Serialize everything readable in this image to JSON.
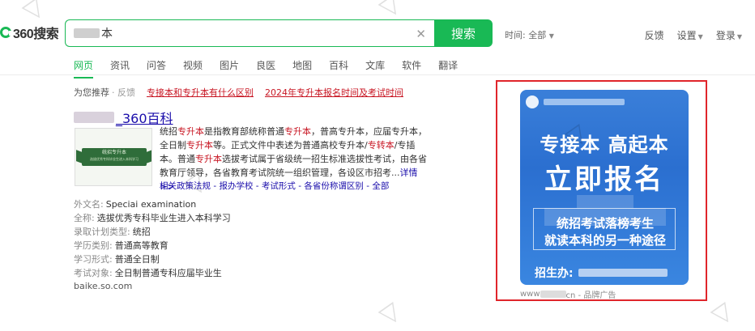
{
  "header": {
    "logo_text": "360搜索",
    "search_value": "本",
    "search_button": "搜索",
    "time_filter": "时间: 全部",
    "links": [
      "反馈",
      "设置",
      "登录"
    ]
  },
  "nav": [
    "网页",
    "资讯",
    "问答",
    "视频",
    "图片",
    "良医",
    "地图",
    "百科",
    "文库",
    "软件",
    "翻译"
  ],
  "recommend": {
    "label": "为您推荐",
    "feedback": "· 反馈",
    "links": [
      "专接本和专升本有什么区别",
      "2024年专升本报名时间及考试时间"
    ]
  },
  "result": {
    "title_suffix": "_360百科",
    "thumb_title": "统招专升本",
    "thumb_sub": "选拔优秀专科毕业生进入本科学习",
    "abstract": [
      {
        "t": "统招",
        "h": false
      },
      {
        "t": "专升本",
        "h": true
      },
      {
        "t": "是指教育部统称普通",
        "h": false
      },
      {
        "t": "专升本",
        "h": true
      },
      {
        "t": "，普高专升本，应届专升本，全日制",
        "h": false
      },
      {
        "t": "专升本",
        "h": true
      },
      {
        "t": "等。正式文件中表述为普通高校专升本/",
        "h": false
      },
      {
        "t": "专转本",
        "h": true
      },
      {
        "t": "/专插本。普通",
        "h": false
      },
      {
        "t": "专升本",
        "h": true
      },
      {
        "t": "选拔考试属于省级统一招生标准选拔性考试，由各省教育厅领导，各省教育考试院统一组织管理，各设区市招考...",
        "h": false
      }
    ],
    "more": "详情>>",
    "sublinks": "相关政策法规 - 报办学校 - 考试形式 - 各省份称谓区别 - 全部",
    "attrs": [
      {
        "label": "外文名:",
        "value": "Speciai examination"
      },
      {
        "label": "全称:",
        "value": "选拔优秀专科毕业生进入本科学习"
      },
      {
        "label": "录取计划类型:",
        "value": "统招"
      },
      {
        "label": "学历类别:",
        "value": "普通高等教育"
      },
      {
        "label": "学习形式:",
        "value": "普通全日制"
      },
      {
        "label": "考试对象:",
        "value": "全日制普通专科应届毕业生"
      }
    ],
    "source": "baike.so.com"
  },
  "ad": {
    "line1": "专接本 高起本",
    "line2": "立即报名",
    "tag1": "统招考试落榜考生",
    "tag2": "就读本科的另一种途径",
    "contact_label": "招生办:",
    "source_prefix": "www",
    "source_suffix": "cn - 品牌广告"
  },
  "colors": {
    "accent": "#19b955",
    "link": "#1a0dab",
    "highlight": "#c81623",
    "ad_border": "#e0252b"
  }
}
